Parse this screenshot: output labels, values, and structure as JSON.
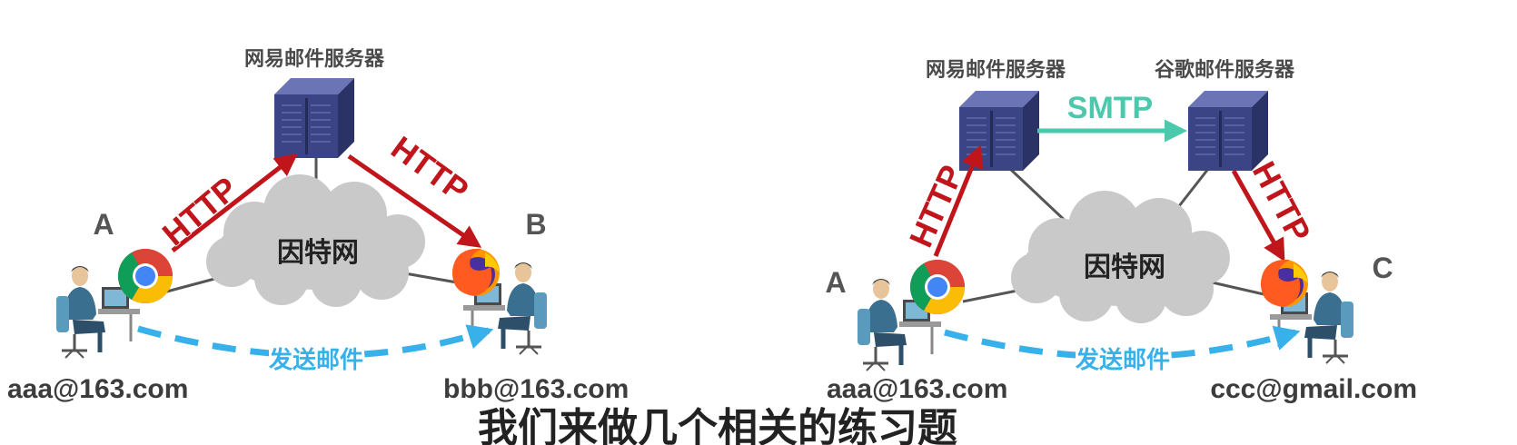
{
  "left_diagram": {
    "server_label": "网易邮件服务器",
    "protocol_up": "HTTP",
    "protocol_down": "HTTP",
    "cloud_label": "因特网",
    "sender_letter": "A",
    "receiver_letter": "B",
    "send_label": "发送邮件",
    "sender_email": "aaa@163.com",
    "receiver_email": "bbb@163.com"
  },
  "right_diagram": {
    "server1_label": "网易邮件服务器",
    "server2_label": "谷歌邮件服务器",
    "server_to_server_protocol": "SMTP",
    "protocol_up": "HTTP",
    "protocol_down": "HTTP",
    "cloud_label": "因特网",
    "sender_letter": "A",
    "receiver_letter": "C",
    "send_label": "发送邮件",
    "sender_email": "aaa@163.com",
    "receiver_email": "ccc@gmail.com"
  },
  "caption": "我们来做几个相关的练习题",
  "colors": {
    "http_arrow": "#c0161b",
    "smtp_arrow": "#4ac9ac",
    "send_arrow": "#38b0ea",
    "cloud": "#c9c9c9",
    "server": "#3b4585"
  }
}
